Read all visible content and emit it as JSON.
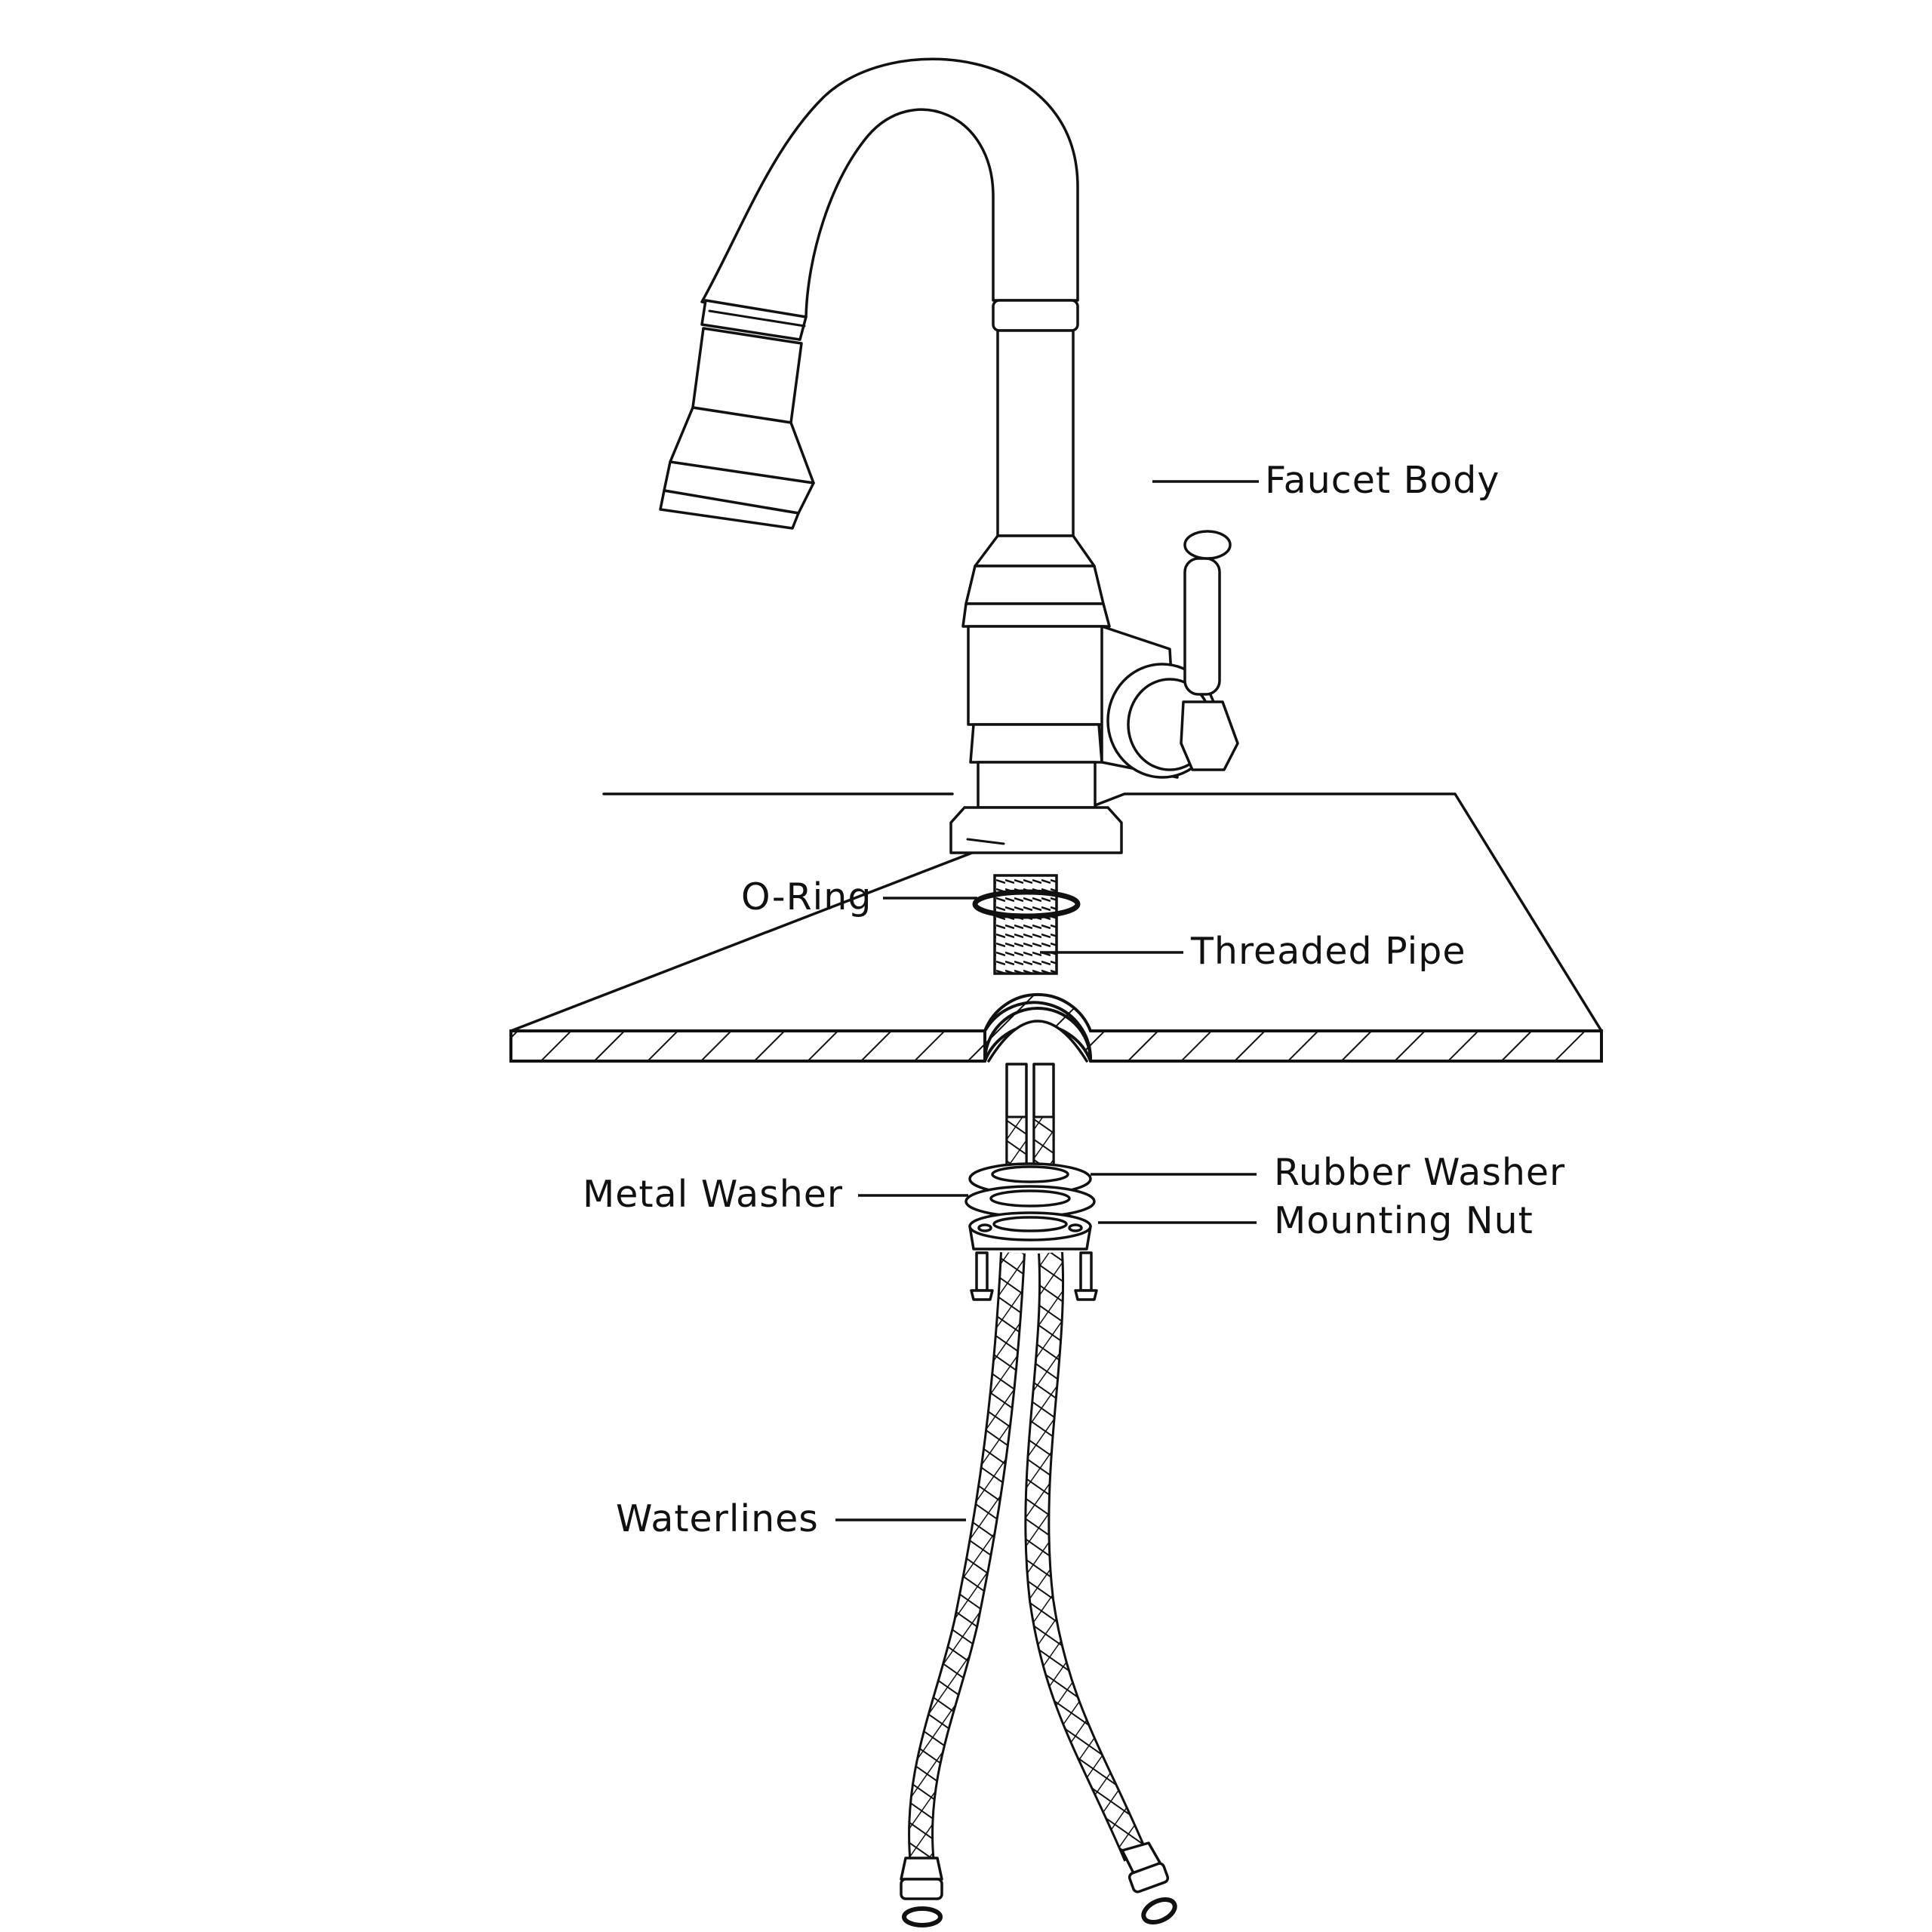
{
  "labels": {
    "faucet_body": "Faucet Body",
    "o_ring": "O-Ring",
    "threaded_pipe": "Threaded Pipe",
    "rubber_washer": "Rubber Washer",
    "metal_washer": "Metal Washer",
    "mounting_nut": "Mounting Nut",
    "waterlines": "Waterlines"
  },
  "colors": {
    "line": "#111111",
    "background": "#ffffff"
  }
}
